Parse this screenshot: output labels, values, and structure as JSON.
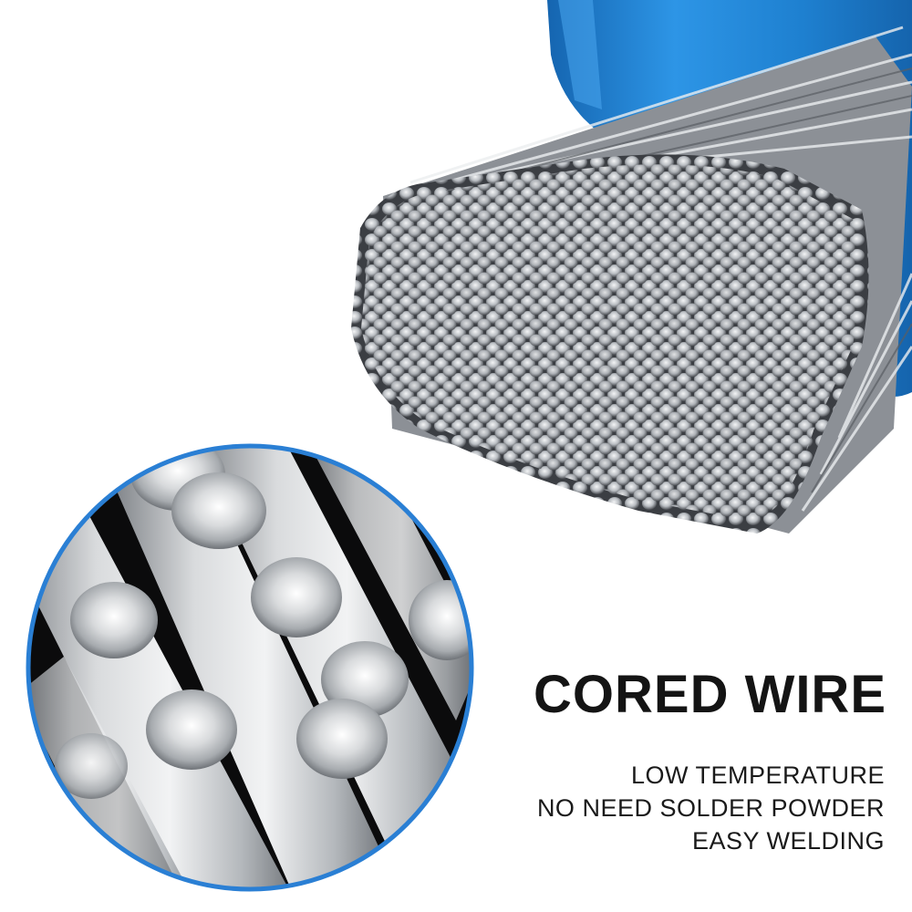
{
  "product": {
    "headline": "CORED WIRE",
    "features": [
      "LOW TEMPERATURE",
      "NO NEED SOLDER POWDER",
      "EASY WELDING"
    ]
  },
  "colors": {
    "background": "#ffffff",
    "tube_blue": "#1f86d6",
    "circle_border": "#2a7fd4",
    "text": "#141414"
  }
}
